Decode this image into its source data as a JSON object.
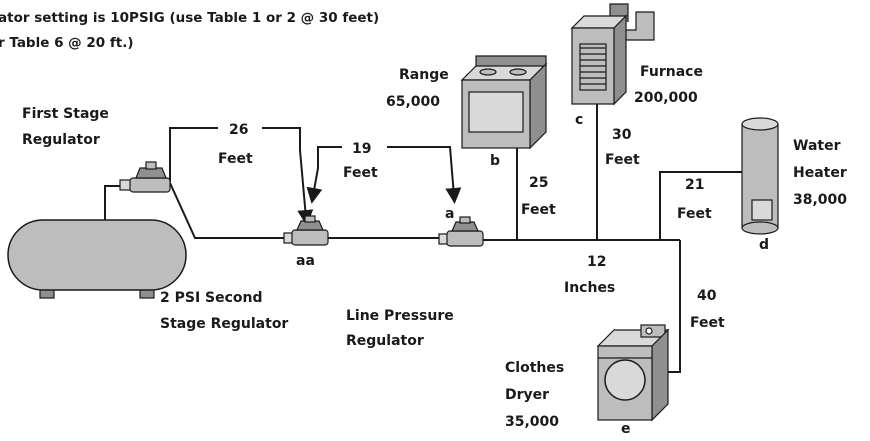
{
  "header": {
    "line1": "ator setting is 10PSIG (use Table 1 or 2 @ 30 feet)",
    "line2": "r Table 6 @ 20 ft.)"
  },
  "regulators": {
    "first_stage": [
      "First Stage",
      "Regulator"
    ],
    "second_stage_2psi": [
      "2 PSI Second",
      "Stage Regulator"
    ],
    "line_pressure": [
      "Line Pressure",
      "Regulator"
    ],
    "tag_aa": "aa",
    "tag_a": "a"
  },
  "appliances": {
    "range": {
      "name": "Range",
      "btu": "65,000",
      "tag": "b"
    },
    "furnace": {
      "name": "Furnace",
      "btu": "200,000",
      "tag": "c"
    },
    "water_heater": {
      "name": [
        "Water",
        "Heater"
      ],
      "btu": "38,000",
      "tag": "d"
    },
    "clothes_dryer": {
      "name": [
        "Clothes",
        "Dryer"
      ],
      "btu": "35,000",
      "tag": "e"
    }
  },
  "pipe_lengths": {
    "first_to_2psi": [
      "26",
      "Feet"
    ],
    "2psi_to_line": [
      "19",
      "Feet"
    ],
    "range_drop": [
      "25",
      "Feet"
    ],
    "furnace_drop": [
      "30",
      "Feet"
    ],
    "water_heater_branch": [
      "21",
      "Feet"
    ],
    "main_segment": [
      "12",
      "Inches"
    ],
    "dryer_branch": [
      "40",
      "Feet"
    ]
  },
  "colors": {
    "ink": "#1a1a1a",
    "equipment_fill": "#bdbdbd",
    "equipment_light": "#d9d9d9",
    "equipment_dark": "#8f8f8f"
  }
}
